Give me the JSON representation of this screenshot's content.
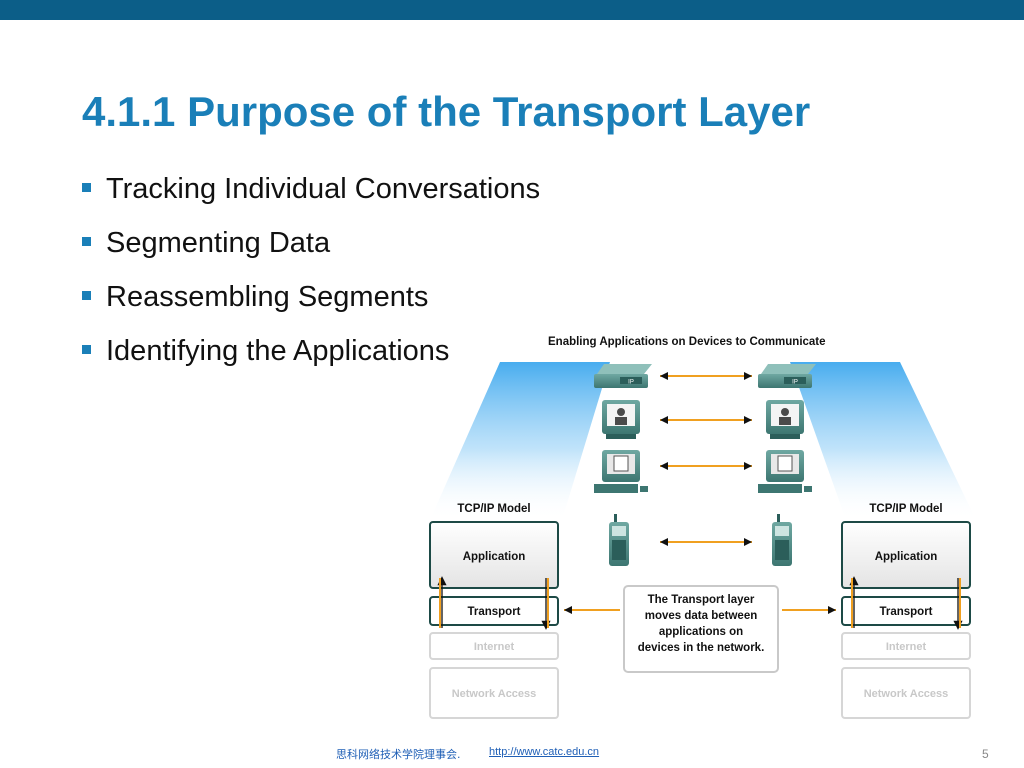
{
  "slide": {
    "title": "4.1.1 Purpose of the Transport Layer",
    "bullets": [
      "Tracking Individual Conversations",
      "Segmenting Data",
      "Reassembling Segments",
      "Identifying the Applications"
    ]
  },
  "diagram": {
    "caption": "Enabling Applications on Devices  to Communicate",
    "left_model": {
      "title": "TCP/IP Model",
      "layers": [
        "Application",
        "Transport",
        "Internet",
        "Network Access"
      ]
    },
    "right_model": {
      "title": "TCP/IP Model",
      "layers": [
        "Application",
        "Transport",
        "Internet",
        "Network Access"
      ]
    },
    "callout_lines": [
      "The Transport layer",
      "moves data between",
      "applications on",
      "devices in the network."
    ],
    "device_icons": [
      "ip-phone-icon",
      "video-monitor-icon",
      "computer-icon",
      "mobile-phone-icon"
    ],
    "ip_badge": "IP"
  },
  "footer": {
    "org": "思科网络技术学院理事会.",
    "url": "http://www.catc.edu.cn",
    "page": "5"
  },
  "colors": {
    "top_bar": "#0c5e88",
    "title": "#1a7fb8",
    "bullet": "#1a7fb8",
    "arrow": "#f0a020",
    "box_border": "#1d4a46",
    "faded_text": "#c8c8c8",
    "beam": "#3ea8ee"
  }
}
